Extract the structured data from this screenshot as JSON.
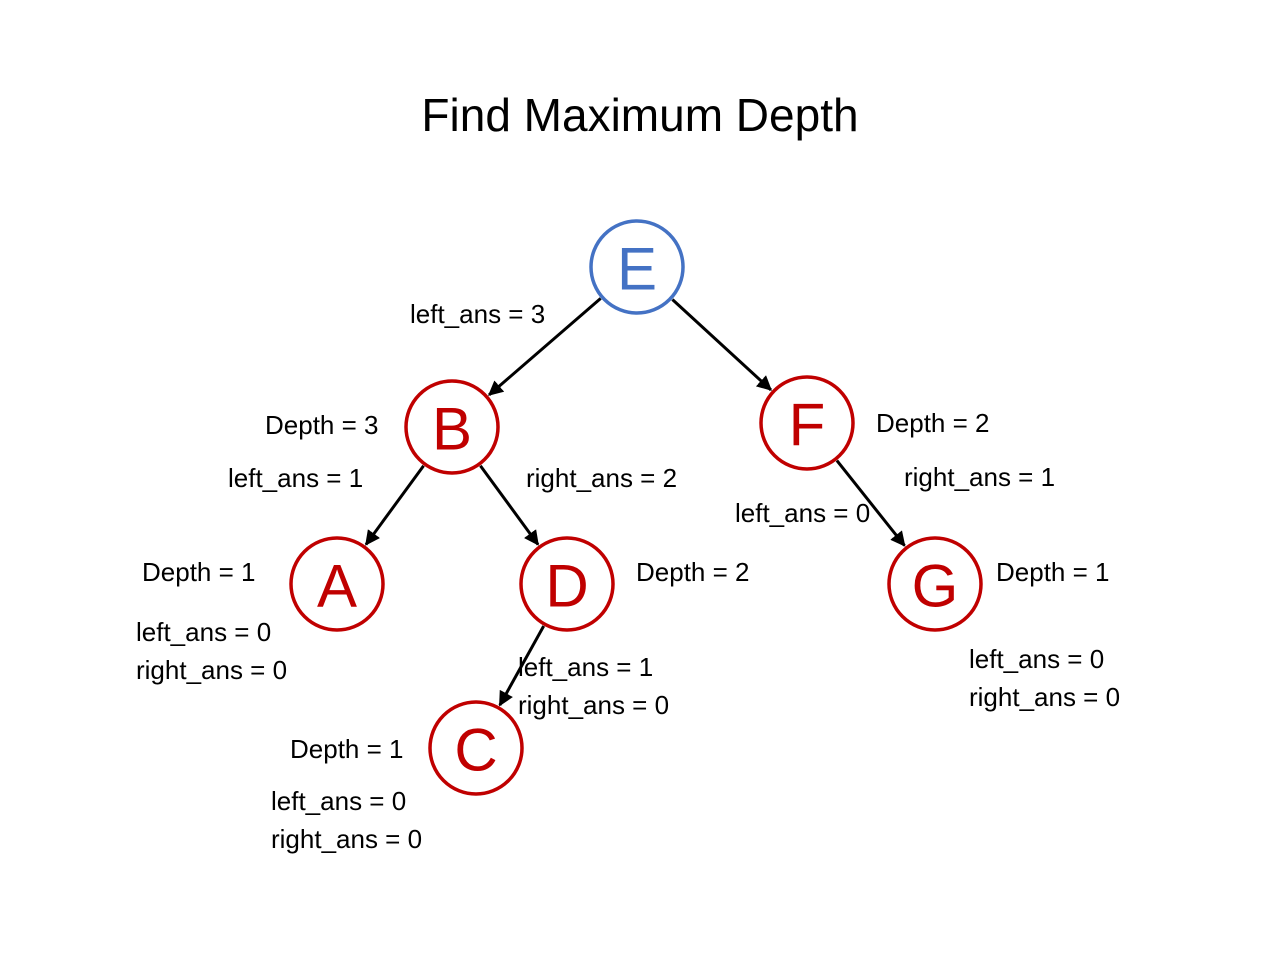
{
  "title": "Find Maximum Depth",
  "colors": {
    "root": "#4472c4",
    "node": "#c00000",
    "edge": "#000000",
    "text": "#000000"
  },
  "nodes": {
    "E": {
      "label": "E"
    },
    "B": {
      "label": "B"
    },
    "F": {
      "label": "F"
    },
    "A": {
      "label": "A"
    },
    "D": {
      "label": "D"
    },
    "G": {
      "label": "G"
    },
    "C": {
      "label": "C"
    }
  },
  "edges": [
    {
      "from": "E",
      "to": "B"
    },
    {
      "from": "E",
      "to": "F"
    },
    {
      "from": "B",
      "to": "A"
    },
    {
      "from": "B",
      "to": "D"
    },
    {
      "from": "D",
      "to": "C"
    },
    {
      "from": "F",
      "to": "G"
    }
  ],
  "labels": {
    "e_left_ans": "left_ans = 3",
    "b_depth": "Depth = 3",
    "b_left_ans": "left_ans = 1",
    "b_right_ans": "right_ans = 2",
    "f_depth": "Depth = 2",
    "f_right_ans": "right_ans = 1",
    "f_left_ans": "left_ans = 0",
    "a_depth": "Depth = 1",
    "a_left_ans": "left_ans = 0",
    "a_right_ans": "right_ans = 0",
    "d_depth": "Depth = 2",
    "d_left_ans": "left_ans = 1",
    "d_right_ans": "right_ans = 0",
    "g_depth": "Depth = 1",
    "g_left_ans": "left_ans = 0",
    "g_right_ans": "right_ans = 0",
    "c_depth": "Depth = 1",
    "c_left_ans": "left_ans = 0",
    "c_right_ans": "right_ans = 0"
  }
}
